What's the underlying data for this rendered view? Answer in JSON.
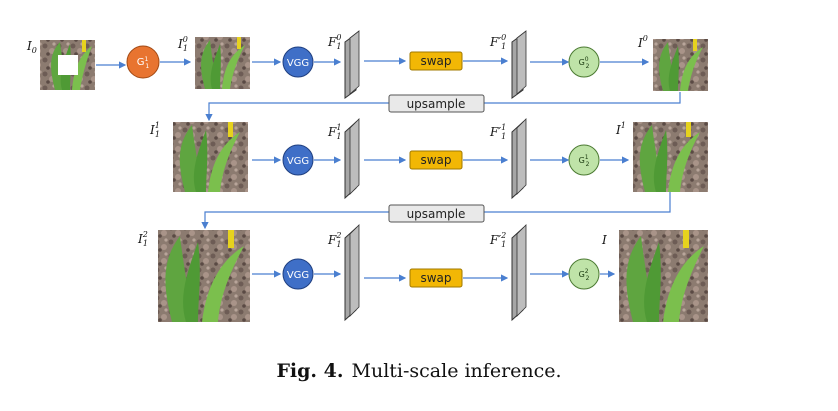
{
  "colors": {
    "arrow": "#4a7fd0",
    "gen_coarse": "#e87430",
    "vgg": "#3f6fc7",
    "swap": "#f2b705",
    "gen_fine": "#bfe3a8",
    "feature": "#a6a6a6"
  },
  "rows": [
    {
      "input_label": {
        "base": "I",
        "sub": "0",
        "sup": ""
      },
      "coarse_label": {
        "base": "I",
        "sub": "1",
        "sup": "0"
      },
      "gen_coarse": {
        "base": "G",
        "sub": "1",
        "sup": "1"
      },
      "vgg": "VGG",
      "feature_label": {
        "base": "F",
        "sub": "1",
        "sup": "0"
      },
      "swap": "swap",
      "swapped_label": {
        "base": "F′",
        "sub": "1",
        "sup": "0"
      },
      "gen_fine": {
        "base": "G",
        "sub": "2",
        "sup": "0"
      },
      "output_label": {
        "base": "I",
        "sub": "",
        "sup": "0"
      }
    },
    {
      "input_label": {
        "base": "I",
        "sub": "1",
        "sup": "1"
      },
      "vgg": "VGG",
      "feature_label": {
        "base": "F",
        "sub": "1",
        "sup": "1"
      },
      "swap": "swap",
      "swapped_label": {
        "base": "F′",
        "sub": "1",
        "sup": "1"
      },
      "gen_fine": {
        "base": "G",
        "sub": "2",
        "sup": "1"
      },
      "output_label": {
        "base": "I",
        "sub": "",
        "sup": "1"
      }
    },
    {
      "input_label": {
        "base": "I",
        "sub": "1",
        "sup": "2"
      },
      "vgg": "VGG",
      "feature_label": {
        "base": "F",
        "sub": "1",
        "sup": "2"
      },
      "swap": "swap",
      "swapped_label": {
        "base": "F′",
        "sub": "1",
        "sup": "2"
      },
      "gen_fine": {
        "base": "G",
        "sub": "2",
        "sup": "2"
      },
      "output_label": {
        "base": "I",
        "sub": "",
        "sup": ""
      }
    }
  ],
  "upsample_label": "upsample",
  "caption": {
    "prefix": "Fig. 4.",
    "text": "Multi-scale inference."
  }
}
